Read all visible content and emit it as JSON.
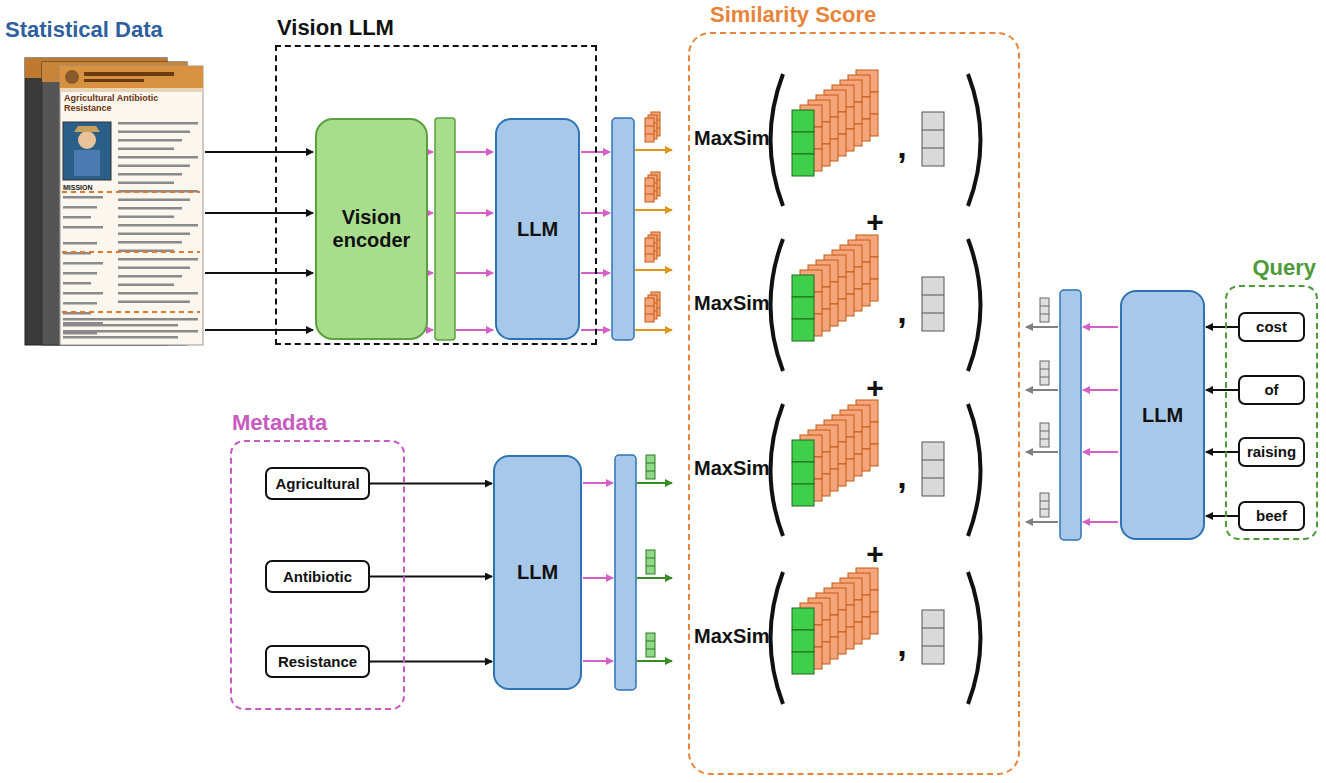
{
  "diagram": {
    "nodes": [
      {
        "text": [
          "Vision LLM"
        ]
      },
      {
        "text": [
          "Vision encoder"
        ],
        "in": 0
      },
      {
        "text": [
          "LLM"
        ],
        "in": 0
      },
      {
        "text": [
          "Metadata"
        ]
      },
      {
        "text": [
          "Agricultural"
        ],
        "in": 3
      },
      {
        "text": [
          "Antibiotic"
        ],
        "in": 3
      },
      {
        "text": [
          "Resistance"
        ],
        "in": 3
      },
      {
        "text": [
          "LLM"
        ]
      },
      {
        "text": [
          "Similarity Score"
        ]
      },
      {
        "text": [
          "LLM"
        ]
      },
      {
        "text": [
          "Query"
        ]
      },
      {
        "text": [
          "cost"
        ],
        "in": 10
      },
      {
        "text": [
          "of"
        ],
        "in": 10
      },
      {
        "text": [
          "raising"
        ],
        "in": 10
      },
      {
        "text": [
          "beef"
        ],
        "in": 10
      }
    ],
    "edges": [
      {
        "from": 4,
        "to": 7,
        "arrow": "to"
      },
      {
        "from": 5,
        "to": 7,
        "arrow": "to"
      },
      {
        "from": 6,
        "to": 7,
        "arrow": "to"
      },
      {
        "from": 11,
        "to": 9,
        "arrow": "to"
      },
      {
        "from": 12,
        "to": 9,
        "arrow": "to"
      },
      {
        "from": 13,
        "to": 9,
        "arrow": "to"
      },
      {
        "from": 14,
        "to": 9,
        "arrow": "to"
      }
    ],
    "labels": [
      "Statistical Data",
      "Agricultural Antibiotic Resistance",
      "MISSION",
      "MaxSim",
      "MaxSim",
      "MaxSim",
      "MaxSim",
      ",",
      ",",
      ",",
      ",",
      "+",
      "+",
      "+"
    ]
  }
}
